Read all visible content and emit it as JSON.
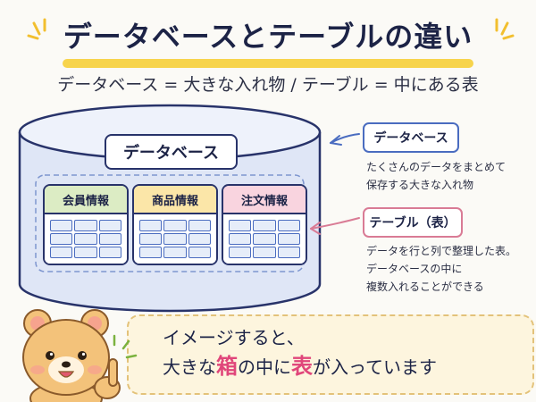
{
  "title": "データベースとテーブルの違い",
  "subtitle": "データベース = 大きな入れ物 / テーブル = 中にある表",
  "database": {
    "label": "データベース"
  },
  "tables": [
    {
      "name": "会員情報",
      "color": "#dcecc4"
    },
    {
      "name": "商品情報",
      "color": "#fbe6a8"
    },
    {
      "name": "注文情報",
      "color": "#f9d4df"
    }
  ],
  "legend": {
    "database": {
      "tag": "データベース",
      "desc_line1": "たくさんのデータをまとめて",
      "desc_line2": "保存する大きな入れ物"
    },
    "table": {
      "tag": "テーブル（表）",
      "desc_line1": "データを行と列で整理した表。",
      "desc_line2": "データベースの中に",
      "desc_line3": "複数入れることができる"
    }
  },
  "callout": {
    "line1": "イメージすると、",
    "line2_part1": "大きな",
    "line2_em1": "箱",
    "line2_part2": "の中に",
    "line2_em2": "表",
    "line2_part3": "が入っています"
  },
  "colors": {
    "navy": "#1c2346",
    "accent_yellow": "#f7d44c",
    "cylinder_fill": "#dfe6f6",
    "cylinder_stroke": "#28336a",
    "blue_arrow": "#4a6cc0",
    "pink_arrow": "#d97b95",
    "emphasis_pink": "#e0467a",
    "callout_bg": "#fdf5de"
  }
}
